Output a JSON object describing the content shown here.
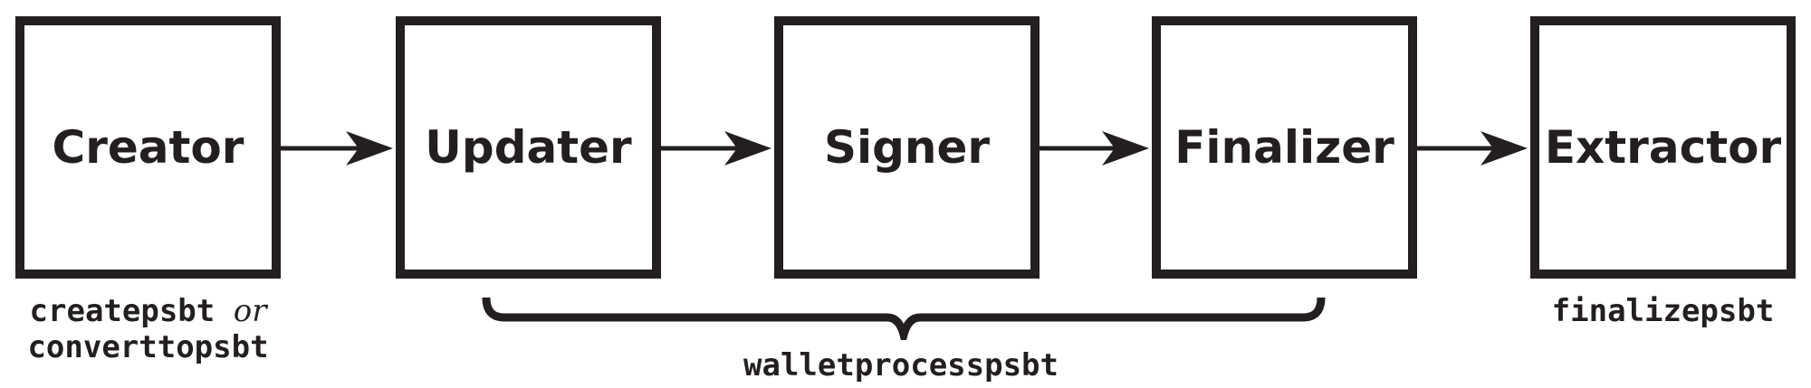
{
  "diagram": {
    "type": "flow",
    "colors": {
      "ink": "#231f20",
      "background": "#ffffff"
    },
    "boxes": [
      {
        "label": "Creator"
      },
      {
        "label": "Updater"
      },
      {
        "label": "Signer"
      },
      {
        "label": "Finalizer"
      },
      {
        "label": "Extractor"
      }
    ],
    "arrows": [
      {
        "from": "Creator",
        "to": "Updater"
      },
      {
        "from": "Updater",
        "to": "Signer"
      },
      {
        "from": "Signer",
        "to": "Finalizer"
      },
      {
        "from": "Finalizer",
        "to": "Extractor"
      }
    ],
    "captions": {
      "creator_line1_code": "createpsbt",
      "creator_line1_conjunction": "or",
      "creator_line2_code": "converttopsbt",
      "brace_label": "walletprocesspsbt",
      "extractor_label": "finalizepsbt"
    },
    "brace": {
      "spans": [
        "Updater",
        "Signer",
        "Finalizer"
      ]
    }
  }
}
